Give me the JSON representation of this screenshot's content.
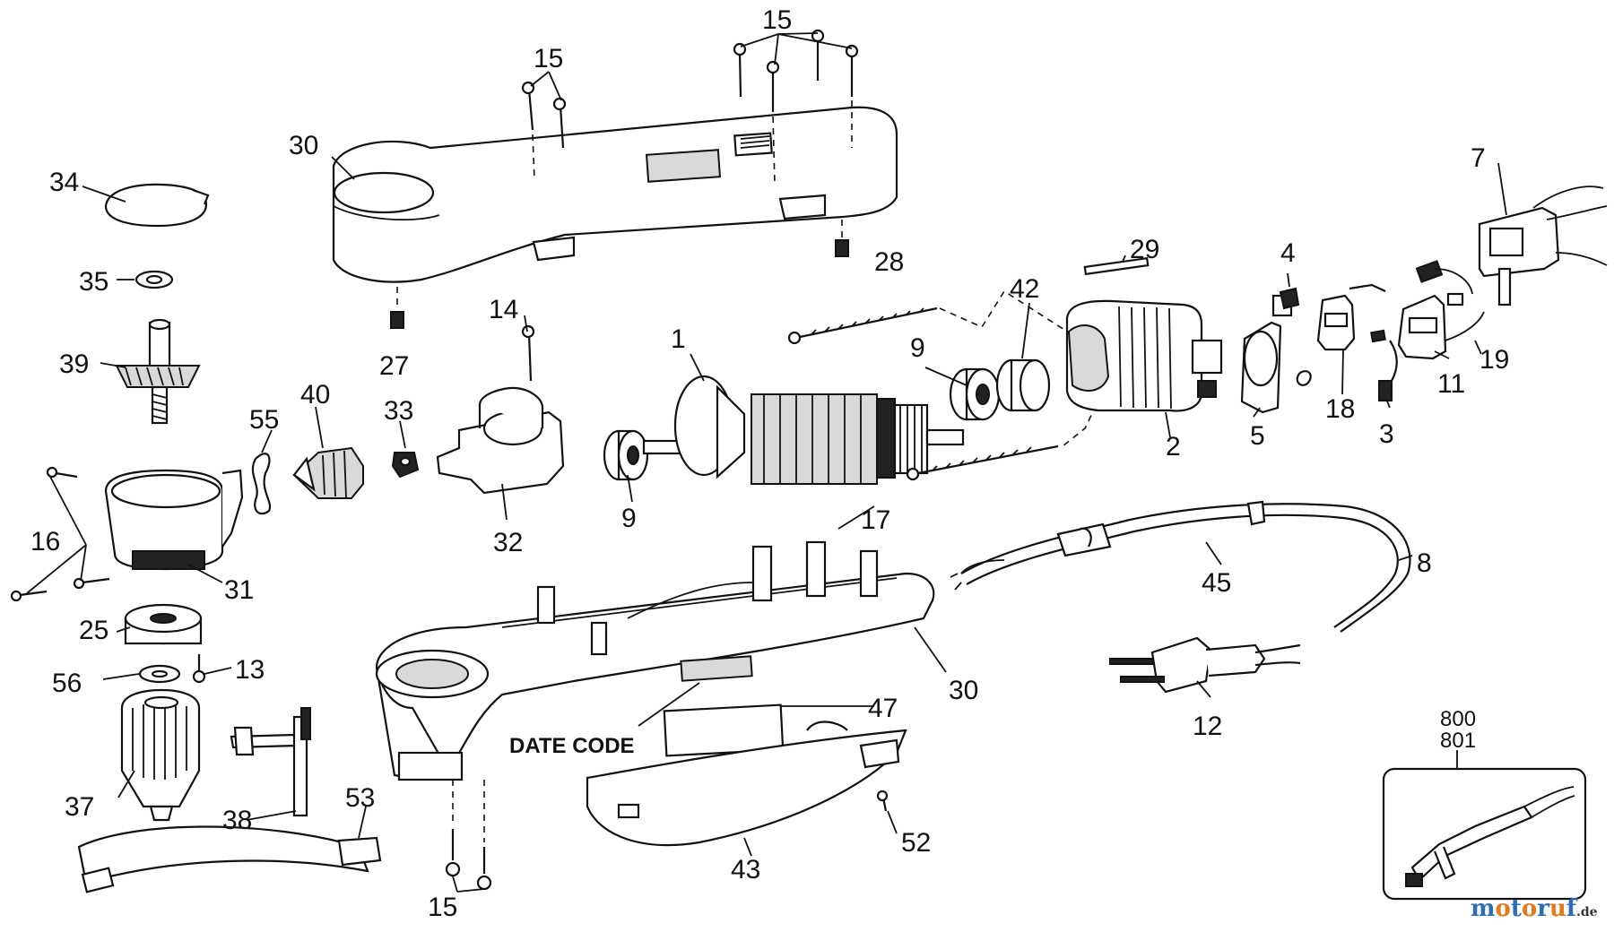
{
  "diagram": {
    "part_numbers": {
      "p1": "1",
      "p2": "2",
      "p3": "3",
      "p4": "4",
      "p5": "5",
      "p7": "7",
      "p8": "8",
      "p9a": "9",
      "p9b": "9",
      "p11": "11",
      "p12": "12",
      "p13": "13",
      "p14": "14",
      "p15_top_left": "15",
      "p15_top_right": "15",
      "p15_bottom": "15",
      "p16": "16",
      "p17": "17",
      "p18": "18",
      "p19": "19",
      "p25": "25",
      "p27": "27",
      "p28": "28",
      "p29": "29",
      "p30_top": "30",
      "p30_bottom": "30",
      "p31": "31",
      "p32": "32",
      "p33": "33",
      "p34": "34",
      "p35": "35",
      "p37": "37",
      "p38": "38",
      "p39": "39",
      "p40": "40",
      "p42": "42",
      "p43": "43",
      "p45": "45",
      "p47": "47",
      "p52": "52",
      "p53": "53",
      "p55": "55",
      "p56": "56",
      "p800": "800",
      "p801": "801"
    },
    "date_code_label": "DATE CODE"
  },
  "watermark": {
    "text_main": "motoruf",
    "text_suffix": ".de",
    "colors": [
      "#2d6db5",
      "#e07a1a",
      "#2d6db5",
      "#e07a1a",
      "#2d6db5",
      "#e07a1a",
      "#2d6db5"
    ]
  }
}
